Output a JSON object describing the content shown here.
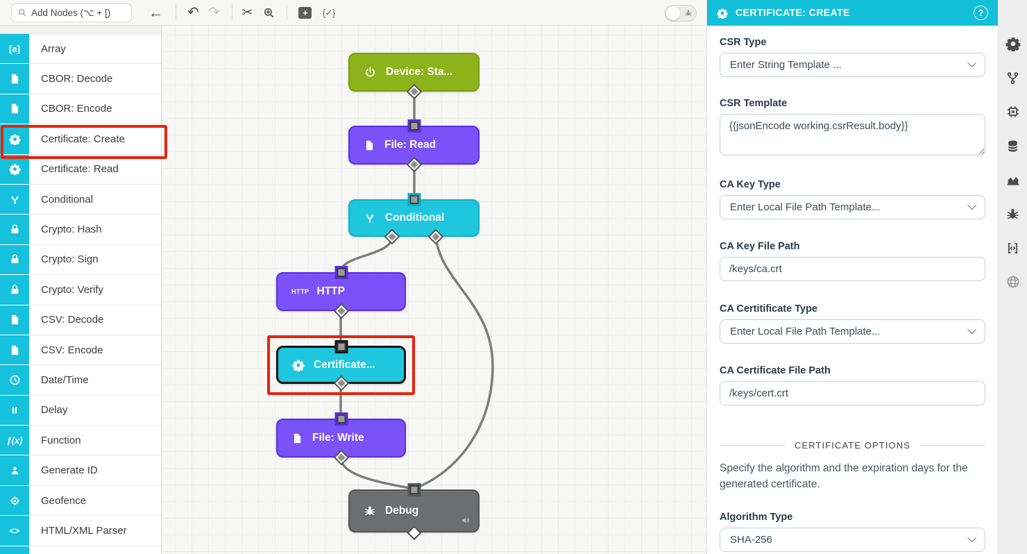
{
  "colors": {
    "accent_cyan": "#14bfd9",
    "node_green": "#8db31b",
    "node_purple": "#7b52f7",
    "node_cyan": "#1ec7de",
    "node_gray": "#6d6e70",
    "annotation_red": "#e8220b",
    "sidebar_icon_cyan": "#15c1dc"
  },
  "toolbar": {
    "search": {
      "placeholder": "Add Nodes (⌥ + [)"
    },
    "back_glyph": "←",
    "undo_glyph": "↶",
    "redo_glyph": "↷",
    "scissors_glyph": "✂",
    "note_add_glyph": "+",
    "braces_check_glyph": "{✓}"
  },
  "sidebar": {
    "items": [
      {
        "label": "Array",
        "icon": "array-icon",
        "glyph": "[a]"
      },
      {
        "label": "CBOR: Decode",
        "icon": "file-decode-icon"
      },
      {
        "label": "CBOR: Encode",
        "icon": "file-encode-icon"
      },
      {
        "label": "Certificate: Create",
        "icon": "gear-plus-icon"
      },
      {
        "label": "Certificate: Read",
        "icon": "gear-search-icon"
      },
      {
        "label": "Conditional",
        "icon": "branch-icon"
      },
      {
        "label": "Crypto: Hash",
        "icon": "lock-hash-icon"
      },
      {
        "label": "Crypto: Sign",
        "icon": "lock-pen-icon"
      },
      {
        "label": "Crypto: Verify",
        "icon": "lock-check-icon"
      },
      {
        "label": "CSV: Decode",
        "icon": "file-decode-icon"
      },
      {
        "label": "CSV: Encode",
        "icon": "file-encode-icon"
      },
      {
        "label": "Date/Time",
        "icon": "clock-icon"
      },
      {
        "label": "Delay",
        "icon": "pause-icon"
      },
      {
        "label": "Function",
        "icon": "function-icon",
        "glyph": "ƒ(x)"
      },
      {
        "label": "Generate ID",
        "icon": "id-badge-icon"
      },
      {
        "label": "Geofence",
        "icon": "target-icon"
      },
      {
        "label": "HTML/XML Parser",
        "icon": "code-icon",
        "glyph": "<>"
      }
    ]
  },
  "canvas": {
    "nodes": [
      {
        "label": "Device: Sta...",
        "type": "device-state",
        "color": "#8db31b"
      },
      {
        "label": "File: Read",
        "type": "file-read",
        "color": "#7b52f7"
      },
      {
        "label": "Conditional",
        "type": "conditional",
        "color": "#1ec7de"
      },
      {
        "label": "HTTP",
        "type": "http",
        "color": "#7b52f7",
        "icon_text": "HTTP"
      },
      {
        "label": "Certificate...",
        "type": "certificate-create",
        "color": "#1ec7de",
        "selected": true
      },
      {
        "label": "File: Write",
        "type": "file-write",
        "color": "#7b52f7"
      },
      {
        "label": "Debug",
        "type": "debug",
        "color": "#6d6e70"
      }
    ]
  },
  "panel": {
    "title": "CERTIFICATE: CREATE",
    "help_glyph": "?",
    "fields": {
      "csr_type": {
        "label": "CSR Type",
        "value": "Enter String Template ..."
      },
      "csr_template": {
        "label": "CSR Template",
        "value": "{{jsonEncode working.csrResult.body}}"
      },
      "ca_key_type": {
        "label": "CA Key Type",
        "value": "Enter Local File Path Template..."
      },
      "ca_key_file_path": {
        "label": "CA Key File Path",
        "value": "/keys/ca.crt"
      },
      "ca_certificate_type": {
        "label": "CA Certitificate Type",
        "value": "Enter Local File Path Template..."
      },
      "ca_certificate_file_path": {
        "label": "CA Certificate File Path",
        "value": "/keys/cert.crt"
      }
    },
    "section_title": "CERTIFICATE OPTIONS",
    "section_description": "Specify the algorithm and the expiration days for the generated certificate.",
    "algorithm": {
      "label": "Algorithm Type",
      "value": "SHA-256"
    }
  },
  "rail": {
    "icons": [
      "settings",
      "versions",
      "device-chip",
      "data",
      "charts",
      "debug",
      "embed",
      "global"
    ]
  }
}
